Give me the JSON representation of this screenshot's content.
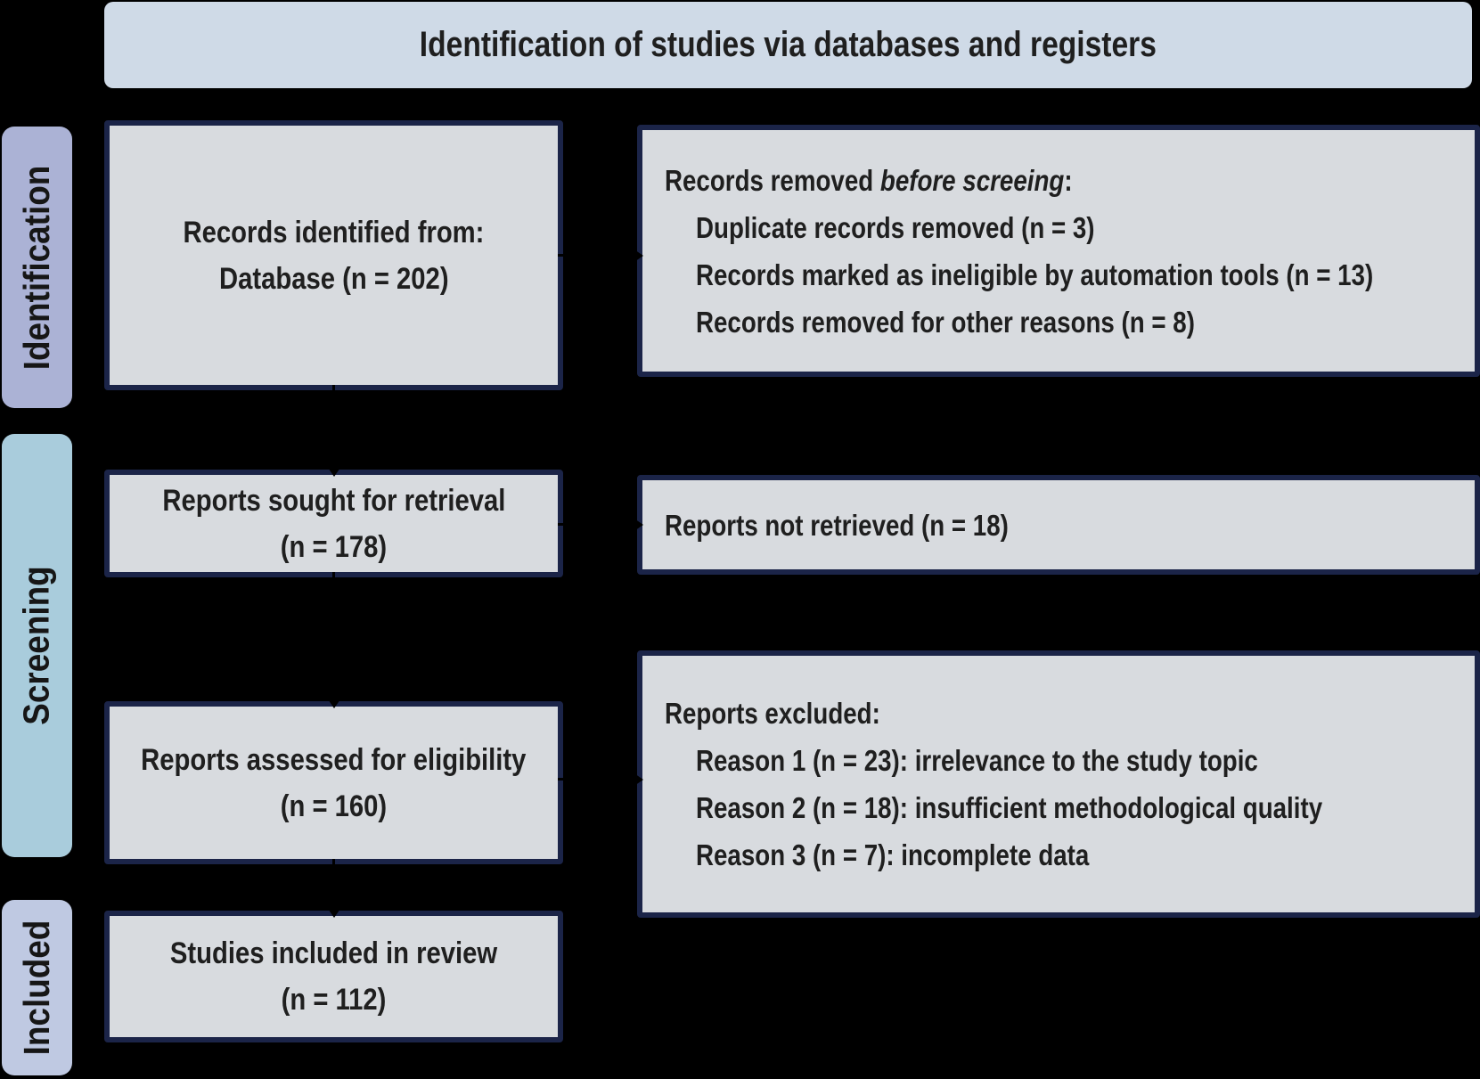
{
  "title": "Identification of studies via databases and registers",
  "stages": {
    "identification": "Identification",
    "screening": "Screening",
    "included": "Included"
  },
  "boxes": {
    "identified": {
      "line1": "Records identified from:",
      "line2": "Database (n = 202)"
    },
    "removed": {
      "heading_prefix": "Records removed ",
      "heading_italic": "before screeing",
      "heading_suffix": ":",
      "items": [
        "Duplicate records removed (n = 3)",
        "Records marked as ineligible by automation tools (n = 13)",
        "Records removed for other reasons (n = 8)"
      ]
    },
    "sought": {
      "line1": "Reports sought for retrieval",
      "line2": "(n = 178)"
    },
    "not_retrieved": {
      "text": "Reports not retrieved (n = 18)"
    },
    "assessed": {
      "line1": "Reports assessed for eligibility",
      "line2": "(n = 160)"
    },
    "excluded": {
      "heading": "Reports excluded:",
      "items": [
        "Reason 1 (n = 23): irrelevance to the study topic",
        "Reason 2 (n = 18): insufficient methodological quality",
        "Reason 3 (n = 7): incomplete data"
      ]
    },
    "included": {
      "line1": "Studies included in review",
      "line2": "(n = 112)"
    }
  },
  "colors": {
    "background": "#000000",
    "title_bar": "#cfdae7",
    "box_fill": "#d8dbdf",
    "box_border": "#1b2448",
    "stage_identification": "#abb2d5",
    "stage_screening": "#a9ccdc",
    "stage_included": "#bfc9e2",
    "text": "#1f1f1f",
    "arrow": "#000000"
  }
}
